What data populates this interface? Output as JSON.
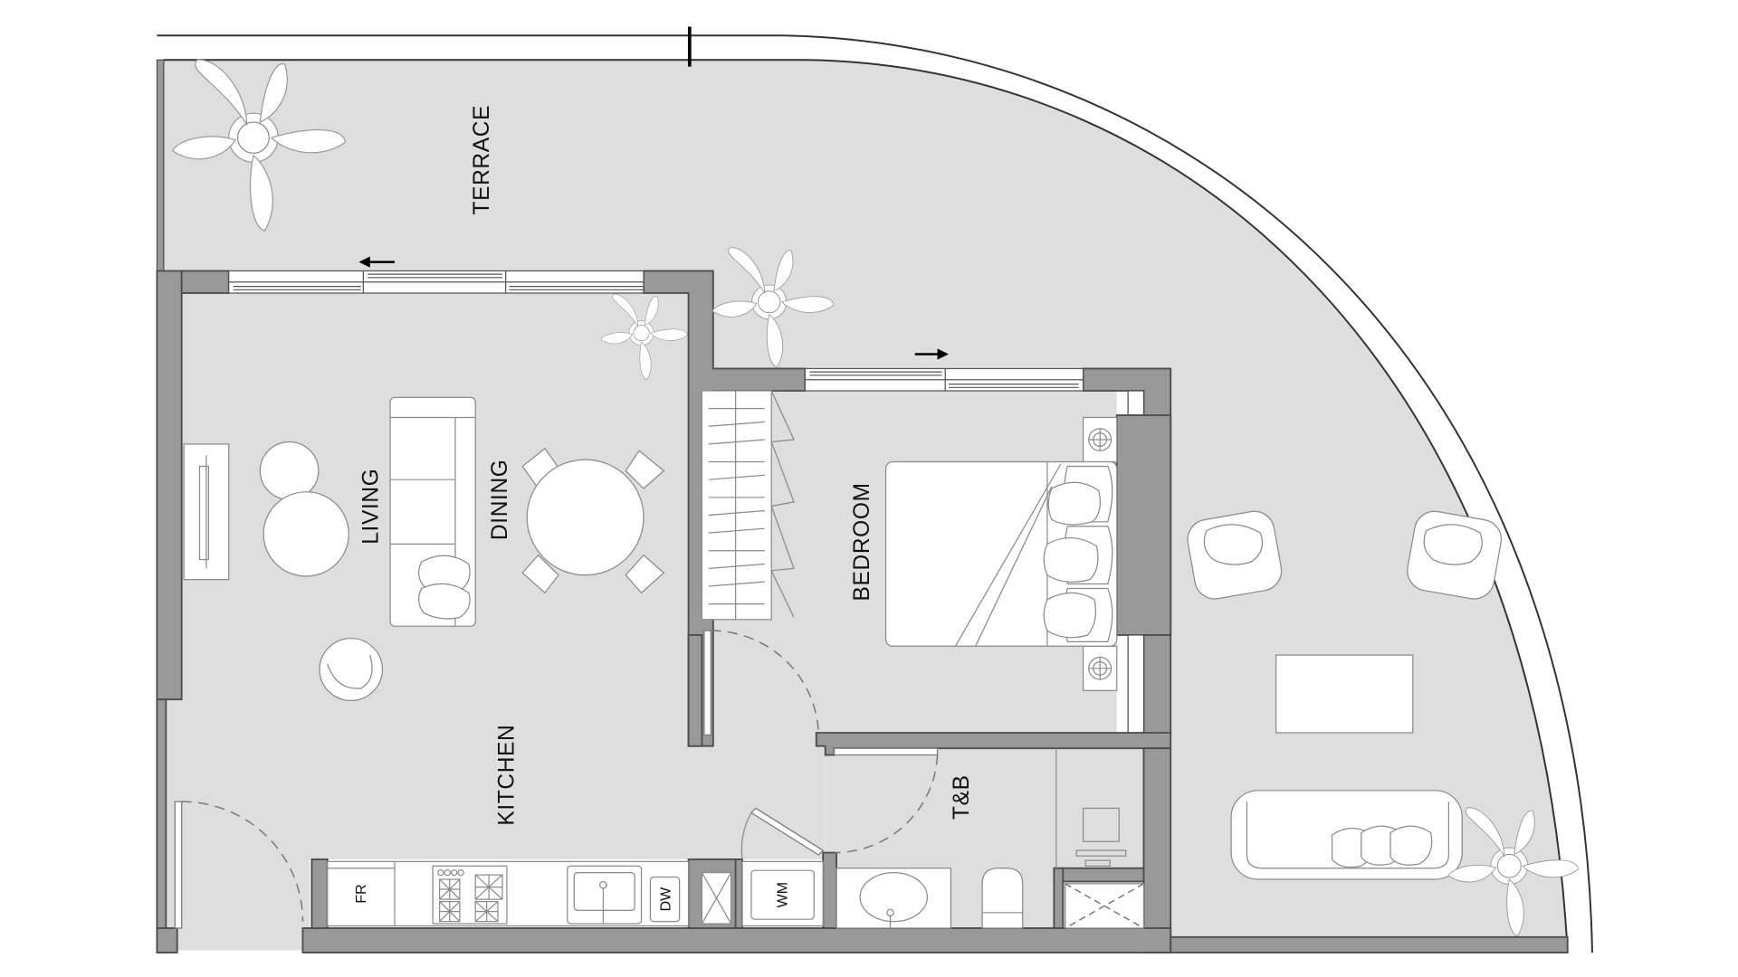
{
  "plan": {
    "type": "apartment floor plan (1 bedroom)",
    "background_color": "#ffffff",
    "floor_color": "#dedede",
    "wall_color": "#999999",
    "furniture_color": "#ffffff"
  },
  "rooms": {
    "terrace": "TERRACE",
    "living": "LIVING",
    "dining": "DINING",
    "bedroom": "BEDROOM",
    "kitchen": "KITCHEN",
    "toilet_bath": "T&B"
  },
  "appliances": {
    "fridge": "FR",
    "dishwasher": "DW",
    "washing_machine": "WM"
  },
  "fixtures": [
    "sliding-window-living",
    "sliding-window-bedroom",
    "entry-door",
    "bedroom-door",
    "bathroom-door",
    "utility-door",
    "stove-4-burner",
    "kitchen-sink",
    "bathroom-sink",
    "toilet",
    "shower",
    "wardrobe",
    "double-bed",
    "nightstand-left",
    "nightstand-right",
    "sofa",
    "coffee-table-large",
    "coffee-table-small",
    "round-dining-table",
    "dining-chairs-4",
    "tv-console",
    "accent-chair",
    "terrace-armchairs-2",
    "terrace-table",
    "terrace-sofa",
    "potted-plants-5"
  ],
  "window_arrows": {
    "living_window": "←",
    "bedroom_window": "→"
  }
}
